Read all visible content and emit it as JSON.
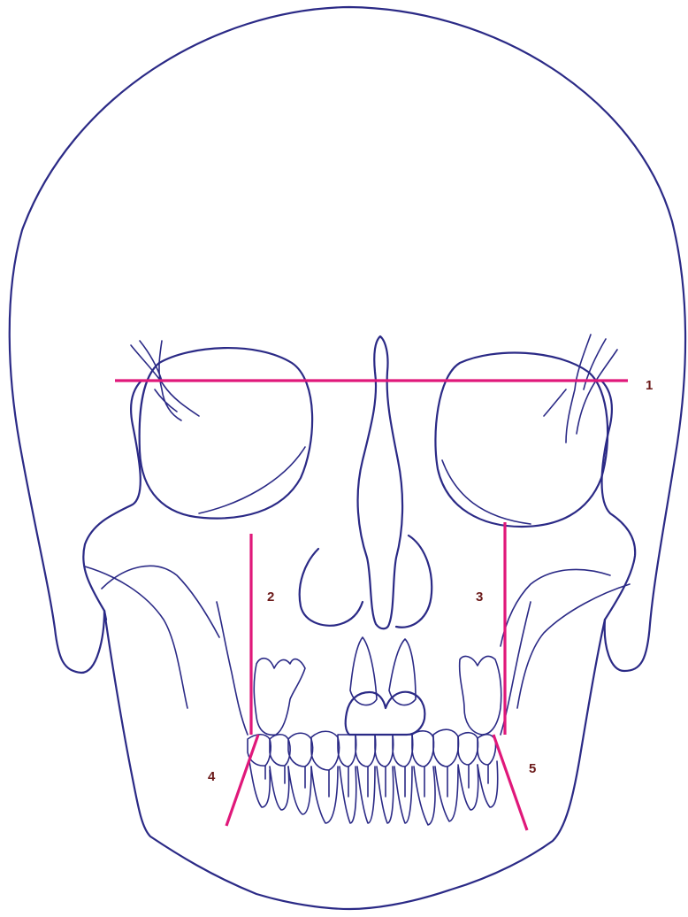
{
  "colors": {
    "outline": "#2b2a86",
    "reference_line": "#e0187a",
    "label": "#6b1a1a",
    "background": "#ffffff"
  },
  "labels": {
    "line1": "1",
    "line2": "2",
    "line3": "3",
    "line4": "4",
    "line5": "5"
  }
}
